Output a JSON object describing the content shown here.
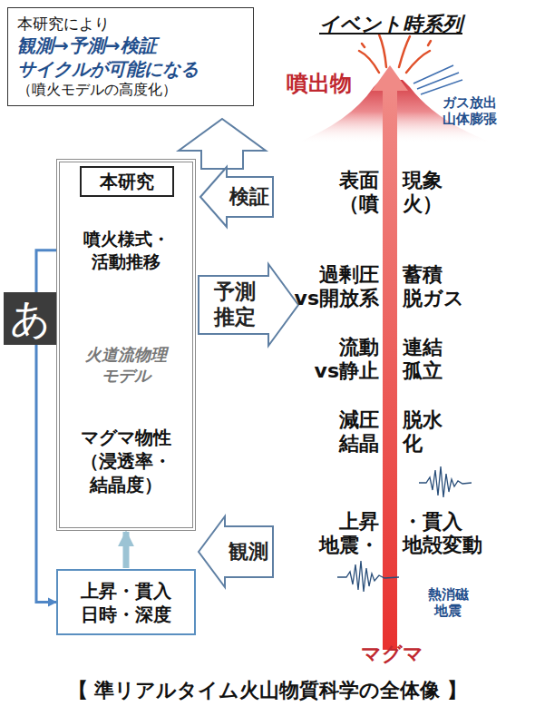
{
  "diagram": {
    "caption": "【 準リアルタイム火山物質科学の全体像 】",
    "nodes": [
      {
        "text": [
          "本研究により",
          "観測→予測→検証 サイクルが可能になる",
          "（噴火モデルの高度化）"
        ]
      },
      {
        "text": [
          "検証"
        ]
      },
      {
        "text": [
          "本研究"
        ]
      },
      {
        "text": [
          "噴火様式・ 活動推移"
        ],
        "in": 2
      },
      {
        "text": [
          "火道流物理 モデル"
        ],
        "in": 2
      },
      {
        "text": [
          "マグマ物性 （浸透率・ 結晶度）"
        ],
        "in": 2
      },
      {
        "text": [
          "予測 推定"
        ]
      },
      {
        "text": [
          "観測"
        ]
      },
      {
        "text": [
          "上昇・貫入 日時・深度"
        ]
      }
    ],
    "edges": [
      {
        "from": 3,
        "to": 8,
        "arrow": "to"
      },
      {
        "from": 8,
        "to": 2,
        "arrow": "to"
      },
      {
        "from": 5,
        "to": 4,
        "arrow": "to"
      },
      {
        "from": 4,
        "to": 3,
        "arrow": "to"
      }
    ],
    "labels": [
      "イベント時系列",
      "噴出物",
      "ガス放出 山体膨張",
      "表面 （噴",
      "現象 火）",
      "過剰圧 vs開放系",
      "蓄積 脱ガス",
      "流動 vs静止",
      "連結 孤立",
      "減圧 結晶",
      "脱水 化",
      "上昇 地震・",
      "・貫入 地殻変動",
      "熱消磁 地震",
      "マグマ",
      "あ"
    ]
  }
}
